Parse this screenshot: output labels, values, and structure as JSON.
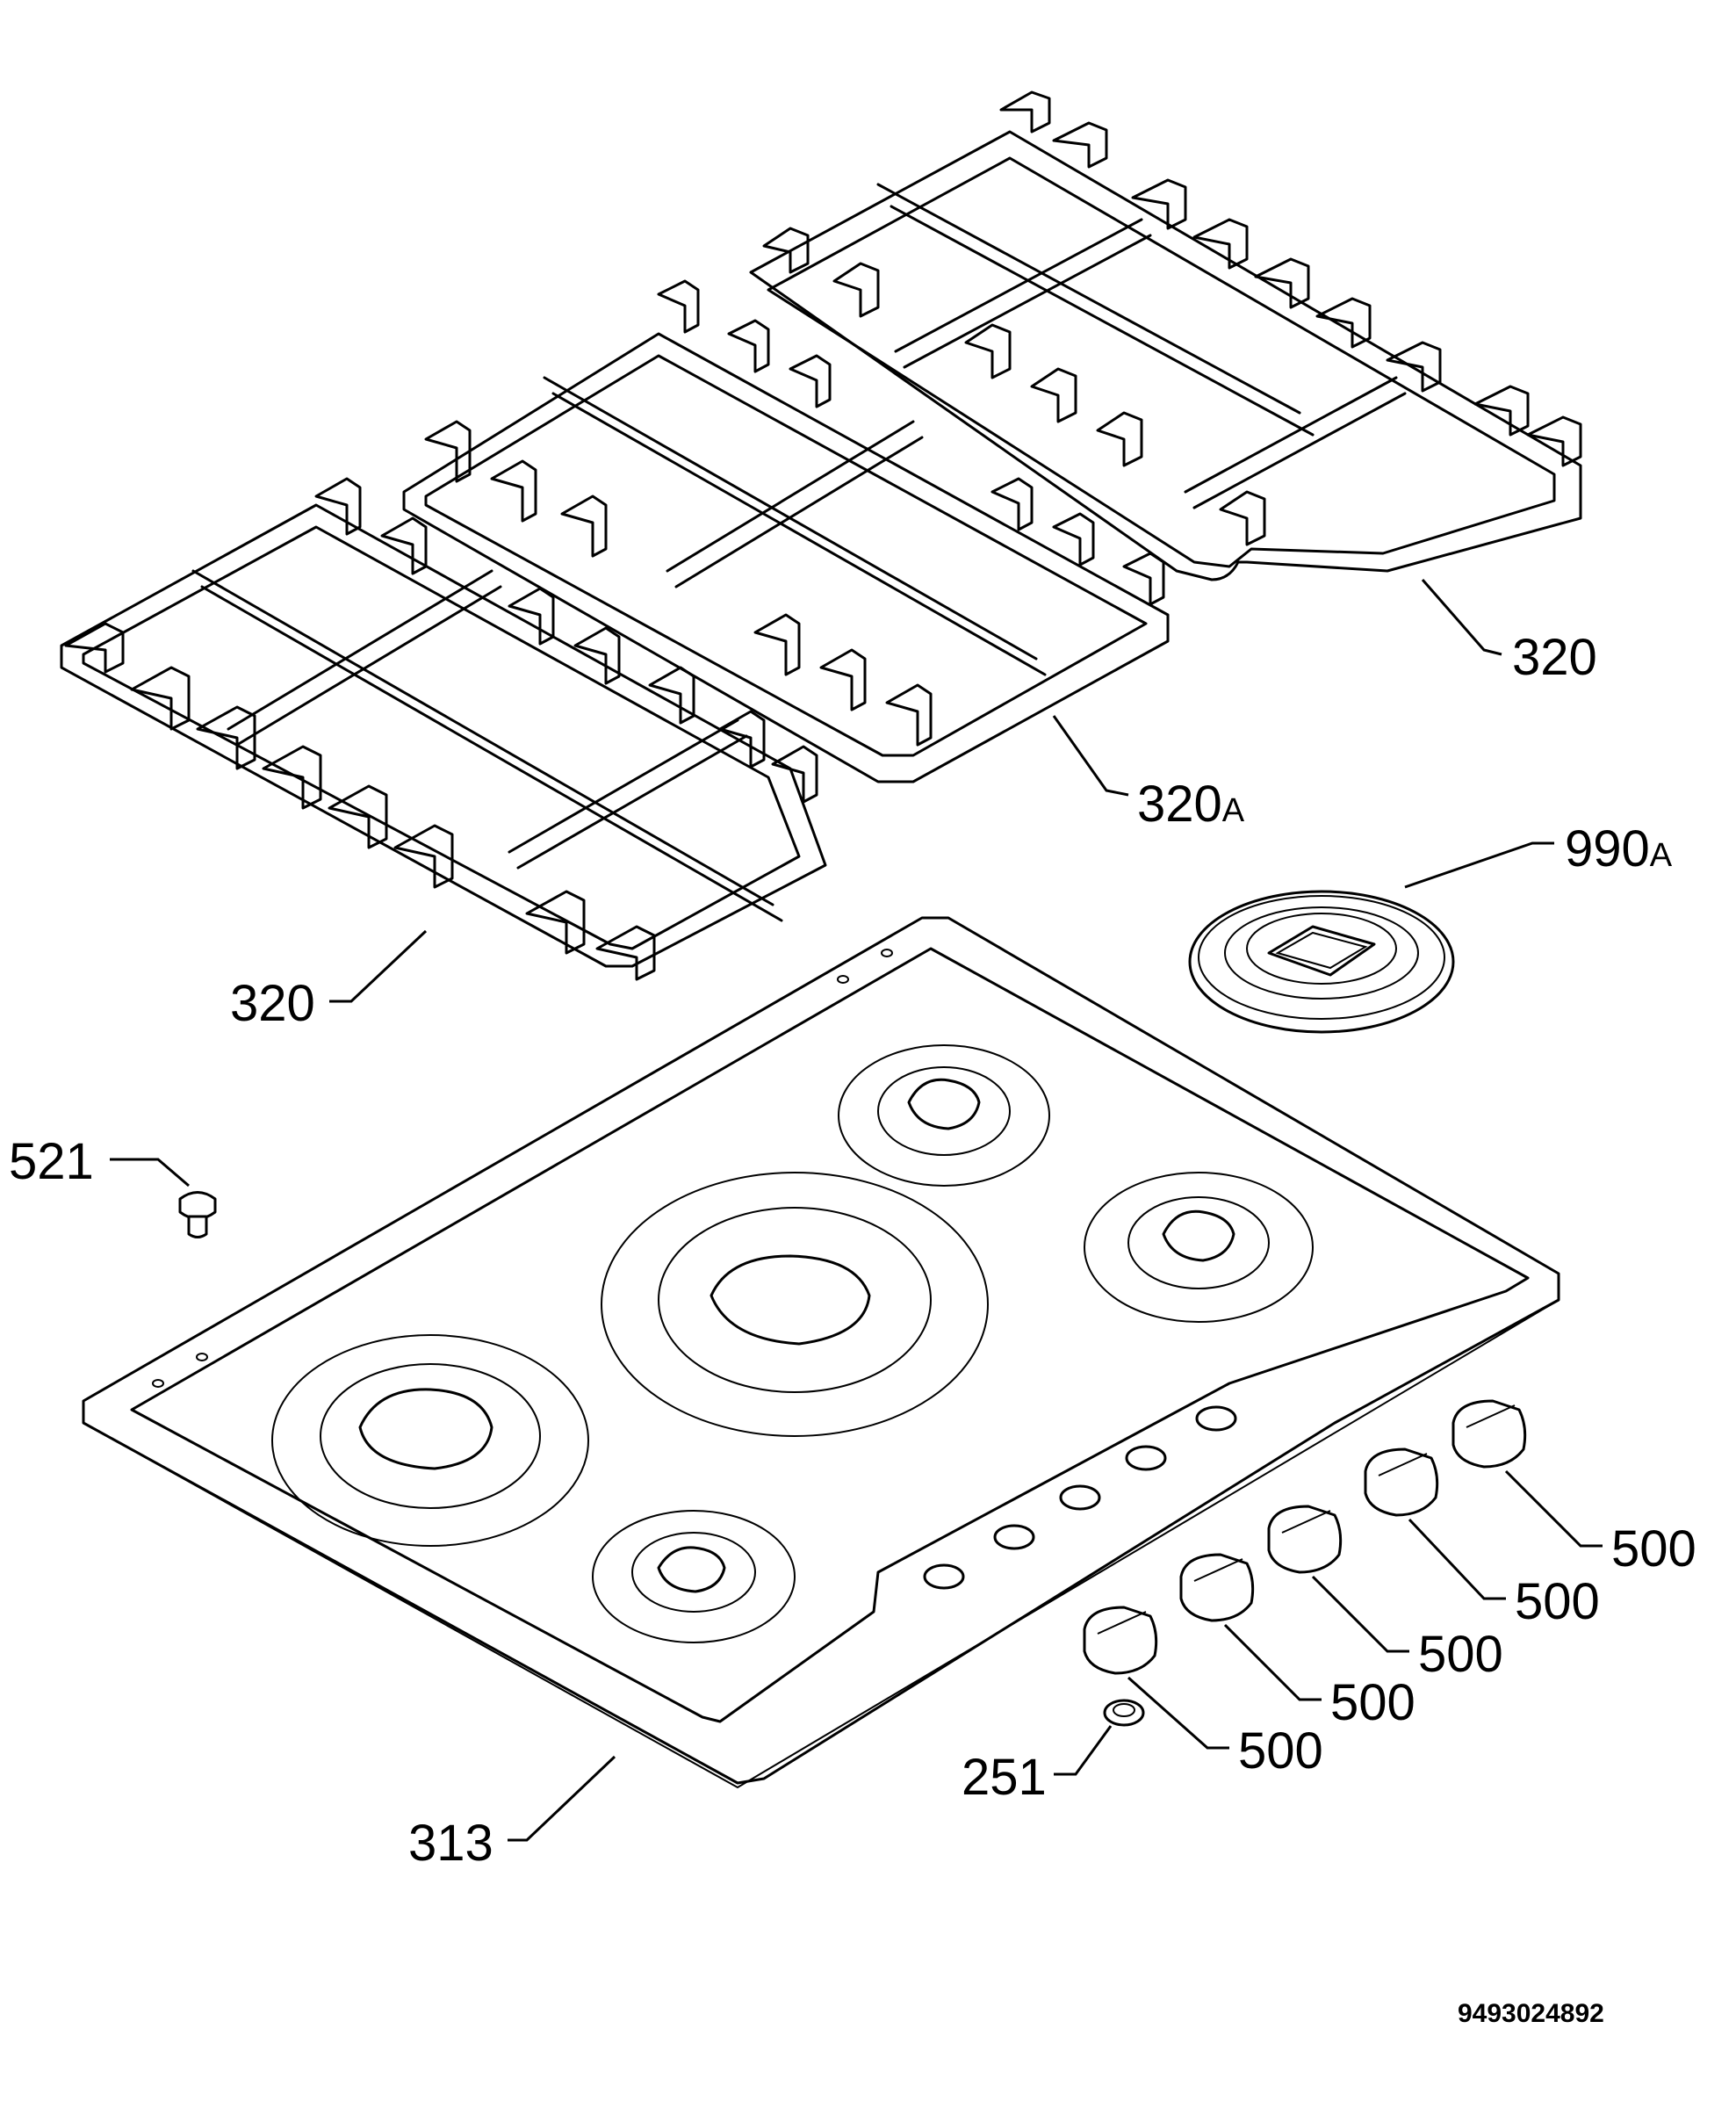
{
  "diagram": {
    "labels": {
      "grate_right": "320",
      "grate_middle_num": "320",
      "grate_middle_suffix": "A",
      "grate_left": "320",
      "wok_ring_num": "990",
      "wok_ring_suffix": "A",
      "screw": "521",
      "hob_top": "313",
      "washer": "251",
      "knob_1": "500",
      "knob_2": "500",
      "knob_3": "500",
      "knob_4": "500",
      "knob_5": "500"
    },
    "document_number": "9493024892"
  }
}
